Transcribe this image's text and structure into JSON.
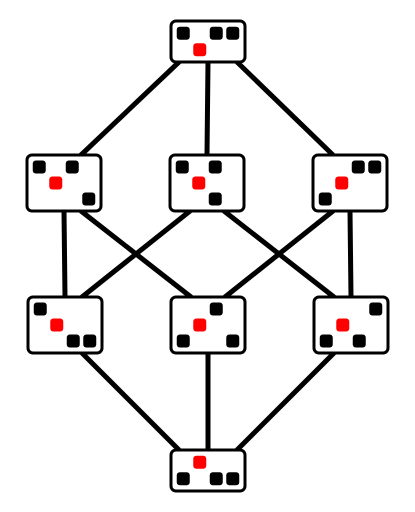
{
  "colors": {
    "background": "#ffffff",
    "edge": "#000000",
    "node_border": "#000000",
    "node_fill": "#ffffff",
    "black_square": "#000000",
    "red_square": "#ff0000"
  },
  "grid": {
    "cols": 4,
    "rows": 3
  },
  "nodes": [
    {
      "id": "n-top",
      "red": [
        1,
        1
      ],
      "black": [
        [
          0,
          0
        ],
        [
          2,
          0
        ],
        [
          3,
          0
        ]
      ]
    },
    {
      "id": "n-2a",
      "red": [
        1,
        1
      ],
      "black": [
        [
          0,
          0
        ],
        [
          2,
          0
        ],
        [
          3,
          2
        ]
      ]
    },
    {
      "id": "n-2b",
      "red": [
        1,
        1
      ],
      "black": [
        [
          0,
          0
        ],
        [
          2,
          0
        ],
        [
          2,
          2
        ]
      ]
    },
    {
      "id": "n-2c",
      "red": [
        1,
        1
      ],
      "black": [
        [
          2,
          0
        ],
        [
          3,
          0
        ],
        [
          0,
          2
        ]
      ]
    },
    {
      "id": "n-3a",
      "red": [
        1,
        1
      ],
      "black": [
        [
          0,
          0
        ],
        [
          2,
          2
        ],
        [
          3,
          2
        ]
      ]
    },
    {
      "id": "n-3b",
      "red": [
        1,
        1
      ],
      "black": [
        [
          2,
          0
        ],
        [
          0,
          2
        ],
        [
          3,
          2
        ]
      ]
    },
    {
      "id": "n-3c",
      "red": [
        1,
        1
      ],
      "black": [
        [
          3,
          0
        ],
        [
          0,
          2
        ],
        [
          2,
          2
        ]
      ]
    },
    {
      "id": "n-bottom",
      "red": [
        1,
        0
      ],
      "black": [
        [
          0,
          2
        ],
        [
          2,
          2
        ],
        [
          3,
          2
        ]
      ]
    }
  ],
  "edges": [
    [
      "n-top",
      "n-2a"
    ],
    [
      "n-top",
      "n-2b"
    ],
    [
      "n-top",
      "n-2c"
    ],
    [
      "n-2a",
      "n-3a"
    ],
    [
      "n-2a",
      "n-3b"
    ],
    [
      "n-2b",
      "n-3a"
    ],
    [
      "n-2b",
      "n-3c"
    ],
    [
      "n-2c",
      "n-3b"
    ],
    [
      "n-2c",
      "n-3c"
    ],
    [
      "n-3a",
      "n-bottom"
    ],
    [
      "n-3b",
      "n-bottom"
    ],
    [
      "n-3c",
      "n-bottom"
    ]
  ]
}
